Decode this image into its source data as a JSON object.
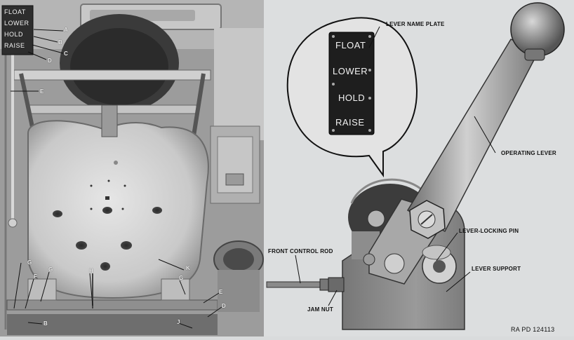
{
  "left_photo": {
    "plate_words": [
      "FLOAT",
      "LOWER",
      "HOLD",
      "RAISE"
    ],
    "letters": [
      "A",
      "B",
      "C",
      "D",
      "E",
      "G",
      "F",
      "G",
      "H",
      "K",
      "G",
      "E",
      "D",
      "B",
      "J"
    ]
  },
  "right_drawing": {
    "name_plate_words": [
      "FLOAT",
      "LOWER",
      "HOLD",
      "RAISE"
    ],
    "callouts": {
      "lever_name_plate": "LEVER NAME PLATE",
      "operating_lever": "OPERATING LEVER",
      "lever_locking_pin": "LEVER-LOCKING PIN",
      "front_control_rod": "FRONT CONTROL ROD",
      "lever_support": "LEVER SUPPORT",
      "jam_nut": "JAM NUT"
    },
    "figure_number": "RA PD 124113"
  }
}
